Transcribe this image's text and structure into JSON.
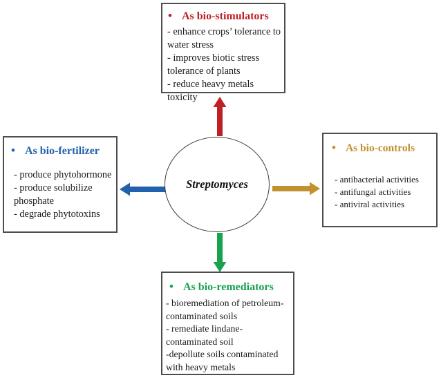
{
  "figure": {
    "center_label": "Streptomyces",
    "bullet_glyph": "•"
  },
  "colors": {
    "stimulators_red": "#bd2126",
    "fertilizer_blue": "#2262ac",
    "controls_gold": "#c1902f",
    "remediators_green": "#17a24e"
  },
  "boxes": {
    "stimulators": {
      "title": "As bio-stimulators",
      "items": [
        "- enhance crops’ tolerance to water stress",
        "- improves biotic stress tolerance of plants",
        "- reduce heavy metals toxicity"
      ]
    },
    "fertilizer": {
      "title": "As bio-fertilizer",
      "items": [
        "- produce phytohormone",
        "- produce solubilize phosphate",
        "- degrade phytotoxins"
      ]
    },
    "controls": {
      "title": "As bio-controls",
      "items": [
        "- antibacterial activities",
        "- antifungal activities",
        "- antiviral activities"
      ]
    },
    "remediators": {
      "title": "As bio-remediators",
      "items": [
        "- bioremediation of petroleum-contaminated soils",
        "- remediate lindane-contaminated soil",
        "-depollute soils contaminated with heavy metals"
      ]
    }
  }
}
